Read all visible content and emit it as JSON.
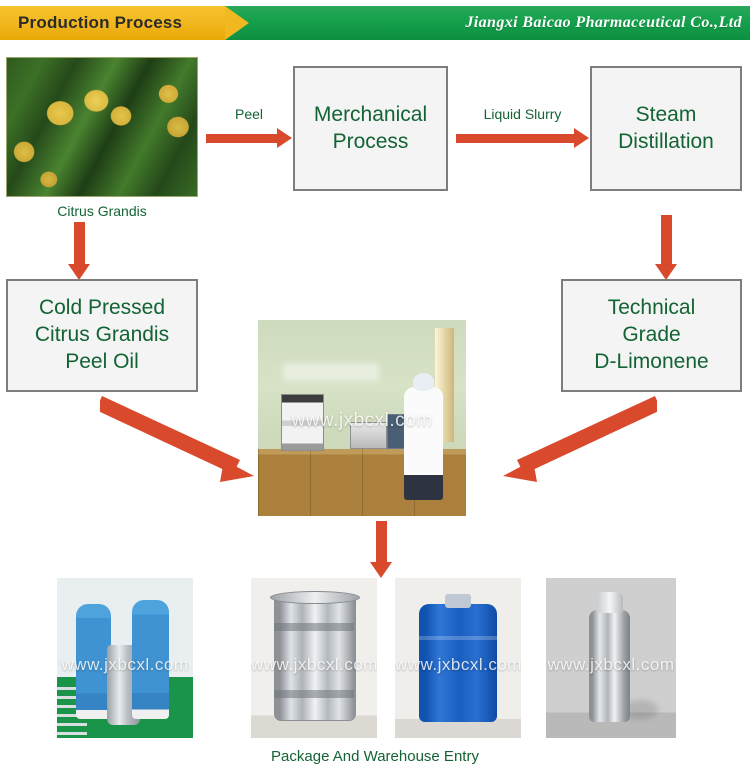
{
  "header": {
    "tab_label": "Production Process",
    "company": "Jiangxi Baicao Pharmaceutical Co.,Ltd",
    "tab_color": "#f2b820",
    "banner_color": "#14a04b"
  },
  "theme": {
    "text_green": "#136334",
    "arrow_orange": "#d9492c",
    "box_fill": "#f4f4f4",
    "box_border": "#7d7d7d"
  },
  "flow": {
    "boxes": [
      {
        "id": "merchanical-process",
        "text": "Merchanical Process",
        "line1": "Merchanical",
        "line2": "Process"
      },
      {
        "id": "steam-distillation",
        "text": "Steam Distillation",
        "line1": "Steam",
        "line2": "Distillation"
      },
      {
        "id": "cold-pressed-oil",
        "text": "Cold Pressed Citrus Grandis Peel Oil",
        "line1": "Cold Pressed",
        "line2": "Citrus Grandis",
        "line3": "Peel Oil"
      },
      {
        "id": "technical-grade",
        "text": "Technical Grade D-Limonene",
        "line1": "Technical",
        "line2": "Grade",
        "line3": "D-Limonene"
      }
    ],
    "arrow_labels": {
      "peel": "Peel",
      "liquid_slurry": "Liquid Slurry"
    }
  },
  "photos": {
    "citrus": {
      "caption": "Citrus Grandis",
      "alt": "citrus-grandis-orchard"
    },
    "lab": {
      "watermark": "www.jxbcxl.com",
      "alt": "quality-control-laboratory"
    },
    "workers": {
      "watermark": "www.jxbcxl.com",
      "alt": "workers-handling-steel-drum"
    },
    "drum": {
      "watermark": "www.jxbcxl.com",
      "alt": "galvanized-steel-drum"
    },
    "jerrycan": {
      "watermark": "www.jxbcxl.com",
      "alt": "blue-plastic-jerrycan"
    },
    "bottle": {
      "watermark": "www.jxbcxl.com",
      "alt": "aluminium-bottle"
    }
  },
  "footer": {
    "caption": "Package And Warehouse Entry"
  }
}
